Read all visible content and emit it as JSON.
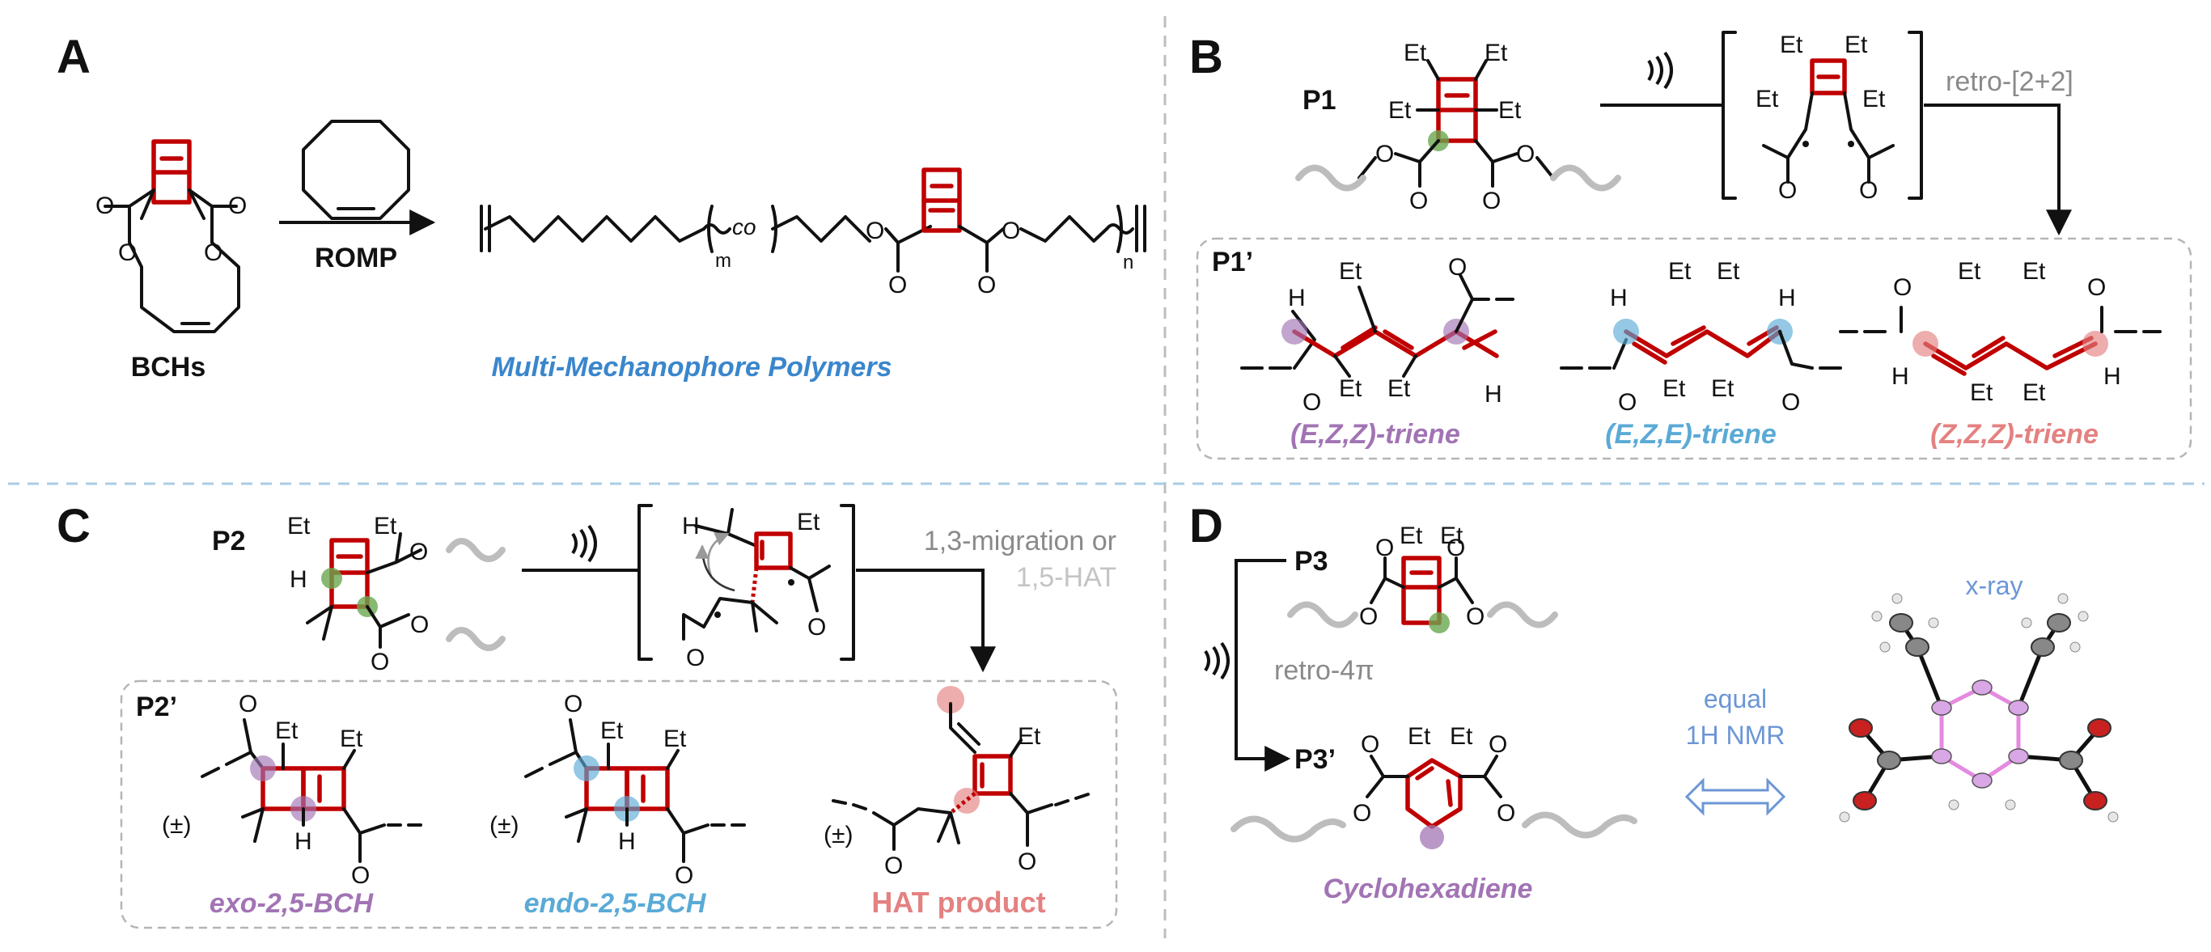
{
  "panel_a": {
    "letter": "A",
    "monomer_label": "BCHs",
    "reaction_label": "ROMP",
    "copolymer_m": "m",
    "copolymer_co": "co",
    "copolymer_n": "n",
    "product_label": "Multi-Mechanophore Polymers",
    "product_color": "#3a86cc"
  },
  "panel_b": {
    "letter": "B",
    "polymer": "P1",
    "products_box": "P1’",
    "pathway": "retro-[2+2]",
    "triene_1": "(E,Z,Z)-triene",
    "triene_2": "(E,Z,E)-triene",
    "triene_3": "(Z,Z,Z)-triene",
    "color_1": "#a274b4",
    "color_2": "#5aaad6",
    "color_3": "#e48181"
  },
  "panel_c": {
    "letter": "C",
    "polymer": "P2",
    "products_box": "P2’",
    "pathway_line1": "1,3-migration or",
    "pathway_line2": "1,5-HAT",
    "racemic": "(±)",
    "product_1": "exo-2,5-BCH",
    "product_2": "endo-2,5-BCH",
    "product_3": "HAT product",
    "color_1": "#a274b4",
    "color_2": "#5aaad6",
    "color_3": "#e48181"
  },
  "panel_d": {
    "letter": "D",
    "polymer": "P3",
    "product": "P3’",
    "pathway": "retro-4π",
    "product_label": "Cyclohexadiene",
    "product_color": "#a274b4",
    "xray_label": "x-ray",
    "compare_line1": "equal",
    "compare_line2": "1H NMR",
    "compare_color": "#6c96d6"
  },
  "atoms": {
    "ethyl": "Et",
    "oxygen": "O",
    "hydrogen": "H"
  },
  "colors": {
    "mechanophore_red": "#c00000",
    "attachment_green": "#6aa84f",
    "polymer_chain_gray": "#bdbdbd",
    "xray_bond_pink": "#e48ae0"
  }
}
